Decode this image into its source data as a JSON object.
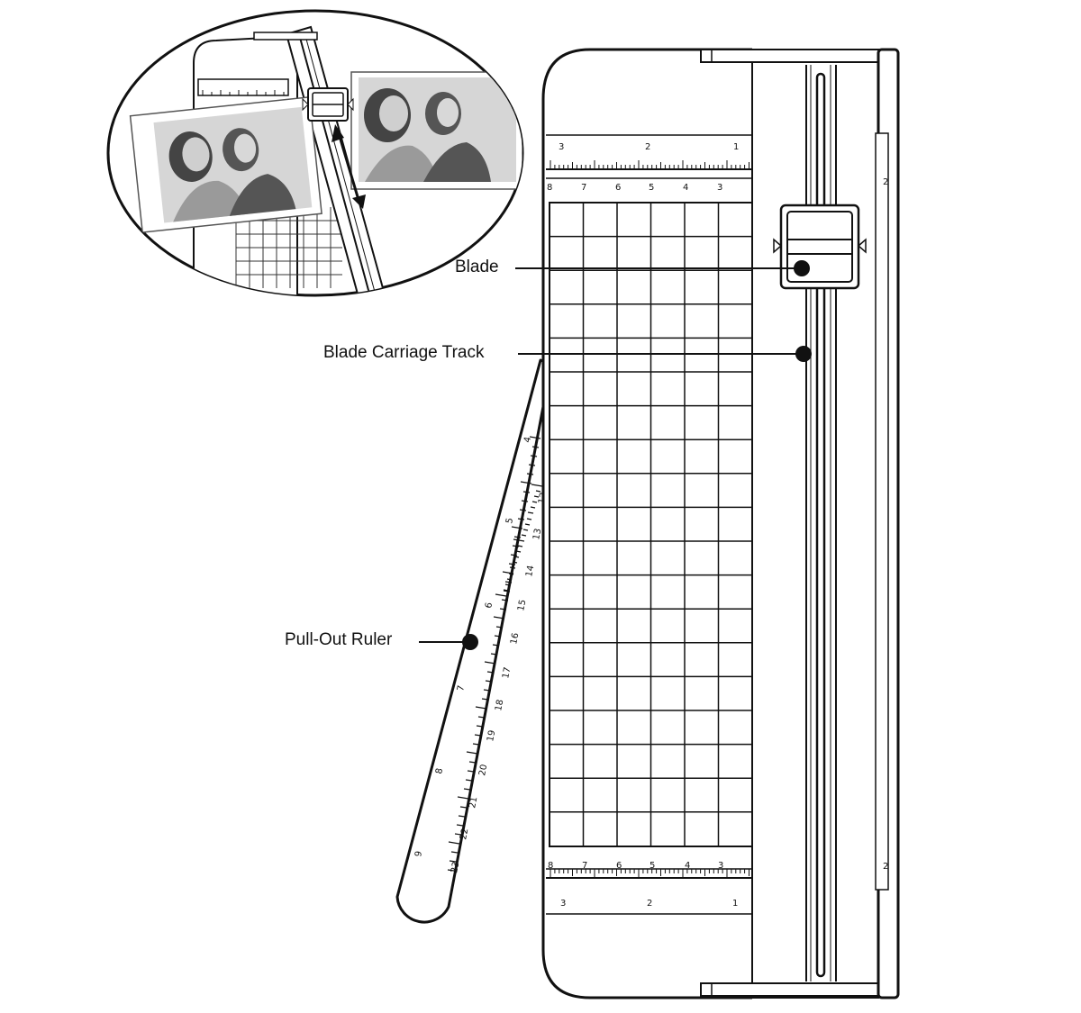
{
  "labels": {
    "blade": "Blade",
    "track": "Blade Carriage Track",
    "ruler": "Pull-Out Ruler"
  },
  "top_ruler": {
    "upper_numbers": [
      "3",
      "2",
      "1"
    ],
    "lower_numbers": [
      "8",
      "7",
      "6",
      "5",
      "4",
      "3"
    ]
  },
  "bottom_ruler": {
    "upper_numbers": [
      "8",
      "7",
      "6",
      "5",
      "4",
      "3"
    ],
    "lower_numbers": [
      "3",
      "2",
      "1"
    ]
  },
  "pull_ruler": {
    "inch_numbers": [
      "4",
      "5",
      "6",
      "7",
      "8",
      "9"
    ],
    "cm_numbers": [
      "12",
      "13",
      "14",
      "15",
      "16",
      "17",
      "18",
      "19",
      "20",
      "21",
      "22",
      "23"
    ]
  },
  "side_marks": [
    "2",
    "2"
  ],
  "colors": {
    "line": "#111111",
    "background": "#ffffff",
    "photo": "#7a7a7a"
  }
}
